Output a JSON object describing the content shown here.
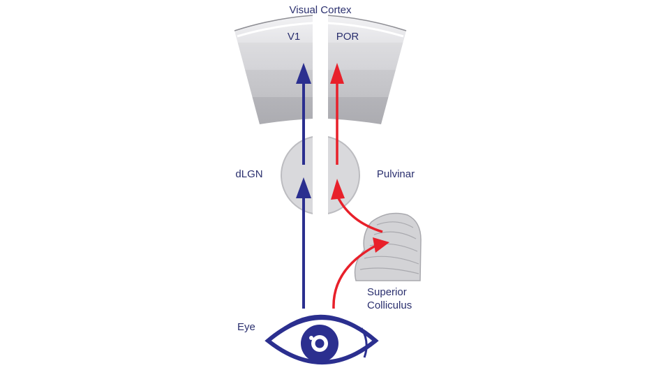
{
  "labels": {
    "title": "Visual Cortex",
    "v1": "V1",
    "por": "POR",
    "dlgn": "dLGN",
    "pulvinar": "Pulvinar",
    "sc_line1": "Superior",
    "sc_line2": "Colliculus",
    "eye": "Eye"
  },
  "colors": {
    "primary_pathway": "#2b2f8f",
    "secondary_pathway": "#e8202a",
    "label_text": "#2a2f6e",
    "structure_fill": "#d9d9dc",
    "structure_stroke": "#bcbcc0"
  },
  "icons": {
    "eye": "eye-icon"
  }
}
